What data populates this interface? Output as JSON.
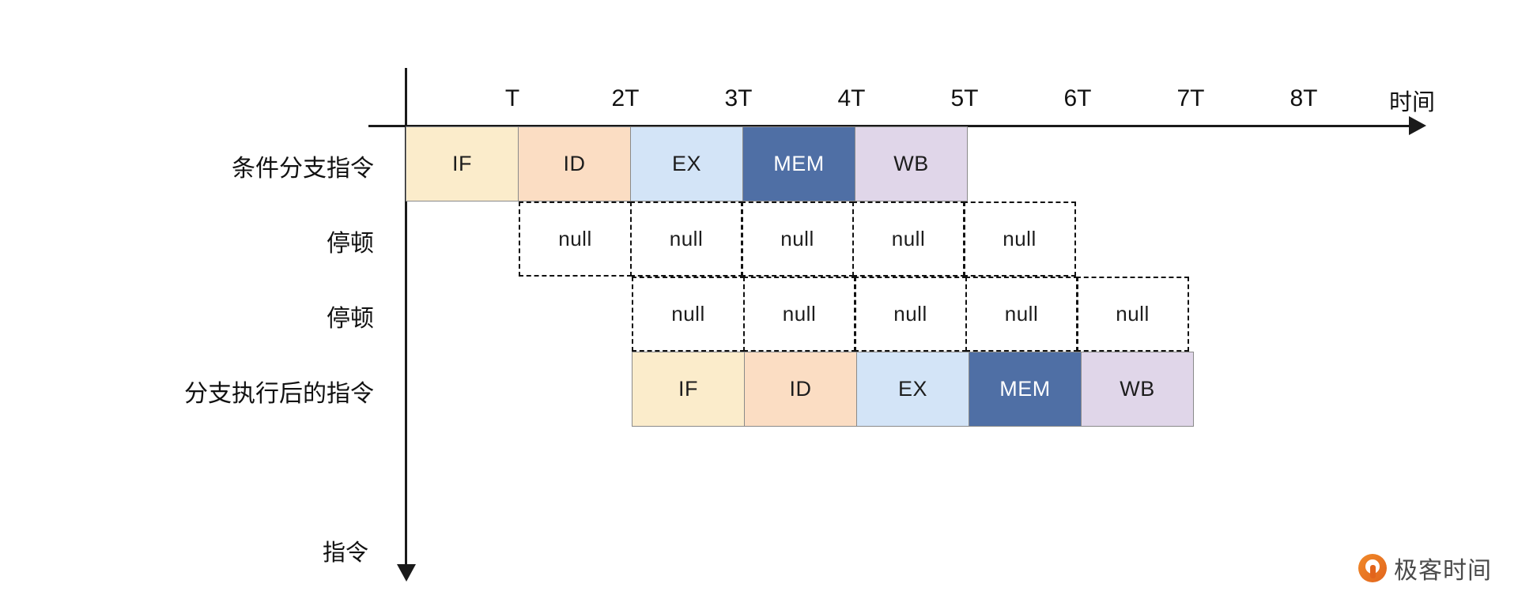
{
  "axes": {
    "x_label": "时间",
    "y_label": "指令",
    "time_ticks": [
      "T",
      "2T",
      "3T",
      "4T",
      "5T",
      "6T",
      "7T",
      "8T"
    ]
  },
  "stage_names": {
    "if": "IF",
    "id": "ID",
    "ex": "EX",
    "mem": "MEM",
    "wb": "WB",
    "null": "null"
  },
  "rows": [
    {
      "label": "条件分支指令",
      "start_column": 0,
      "style": "solid",
      "cells": [
        {
          "text": "IF",
          "stage": "if"
        },
        {
          "text": "ID",
          "stage": "id"
        },
        {
          "text": "EX",
          "stage": "ex"
        },
        {
          "text": "MEM",
          "stage": "mem"
        },
        {
          "text": "WB",
          "stage": "wb"
        }
      ]
    },
    {
      "label": "停顿",
      "start_column": 1,
      "style": "dashed",
      "cells": [
        {
          "text": "null",
          "stage": "null"
        },
        {
          "text": "null",
          "stage": "null"
        },
        {
          "text": "null",
          "stage": "null"
        },
        {
          "text": "null",
          "stage": "null"
        },
        {
          "text": "null",
          "stage": "null"
        }
      ]
    },
    {
      "label": "停顿",
      "start_column": 2,
      "style": "dashed",
      "cells": [
        {
          "text": "null",
          "stage": "null"
        },
        {
          "text": "null",
          "stage": "null"
        },
        {
          "text": "null",
          "stage": "null"
        },
        {
          "text": "null",
          "stage": "null"
        },
        {
          "text": "null",
          "stage": "null"
        }
      ]
    },
    {
      "label": "分支执行后的指令",
      "start_column": 2,
      "style": "solid",
      "cells": [
        {
          "text": "IF",
          "stage": "if"
        },
        {
          "text": "ID",
          "stage": "id"
        },
        {
          "text": "EX",
          "stage": "ex"
        },
        {
          "text": "MEM",
          "stage": "mem"
        },
        {
          "text": "WB",
          "stage": "wb"
        }
      ]
    }
  ],
  "colors": {
    "if": "#fbeccb",
    "id": "#fbddc3",
    "ex": "#d3e4f7",
    "mem": "#4f6fa5",
    "wb": "#e0d6e9",
    "axis": "#1a1a1a",
    "logo_orange": "#e2641c"
  },
  "watermark": {
    "text": "极客时间",
    "icon": "geektime-logo-icon"
  },
  "chart_data": {
    "type": "table",
    "title": "",
    "xlabel": "时间",
    "ylabel": "指令",
    "categories": [
      "T",
      "2T",
      "3T",
      "4T",
      "5T",
      "6T",
      "7T",
      "8T"
    ],
    "series": [
      {
        "name": "条件分支指令",
        "start": 0,
        "values": [
          "IF",
          "ID",
          "EX",
          "MEM",
          "WB"
        ]
      },
      {
        "name": "停顿",
        "start": 1,
        "values": [
          "null",
          "null",
          "null",
          "null",
          "null"
        ]
      },
      {
        "name": "停顿",
        "start": 2,
        "values": [
          "null",
          "null",
          "null",
          "null",
          "null"
        ]
      },
      {
        "name": "分支执行后的指令",
        "start": 2,
        "values": [
          "IF",
          "ID",
          "EX",
          "MEM",
          "WB"
        ]
      }
    ]
  }
}
